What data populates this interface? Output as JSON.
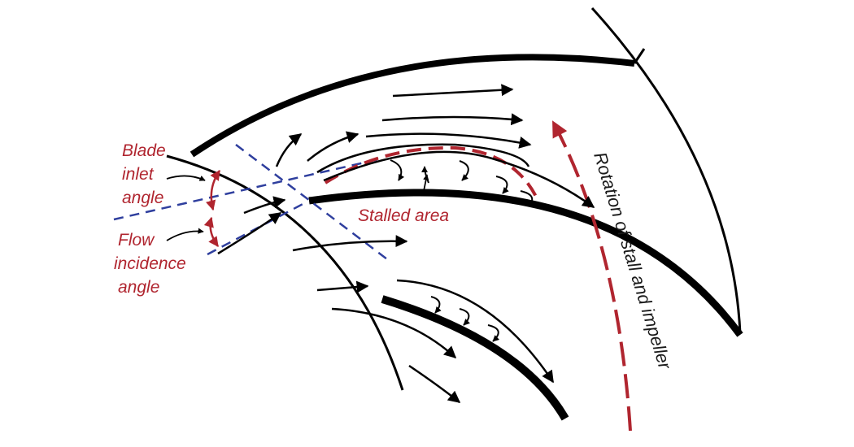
{
  "labels": {
    "blade_inlet_angle": [
      "Blade",
      "inlet",
      "angle"
    ],
    "flow_incidence_angle": [
      "Flow",
      "incidence",
      "angle"
    ],
    "stalled_area": "Stalled area",
    "rotation": "Rotation of stall and impeller"
  },
  "colors": {
    "blade": "#000000",
    "annotation_red": "#b0252f",
    "guide_blue": "#2f3f9e"
  }
}
